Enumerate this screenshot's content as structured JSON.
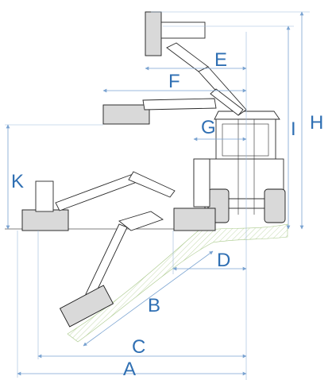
{
  "dimensions": {
    "A": "A",
    "B": "B",
    "C": "C",
    "D": "D",
    "E": "E",
    "F": "F",
    "G": "G",
    "H": "H",
    "I": "I",
    "K": "K"
  },
  "colors": {
    "dimension": "#2f6fb3",
    "slope_hatch": "#a9c98a",
    "machine_line": "#2a2a2a"
  }
}
